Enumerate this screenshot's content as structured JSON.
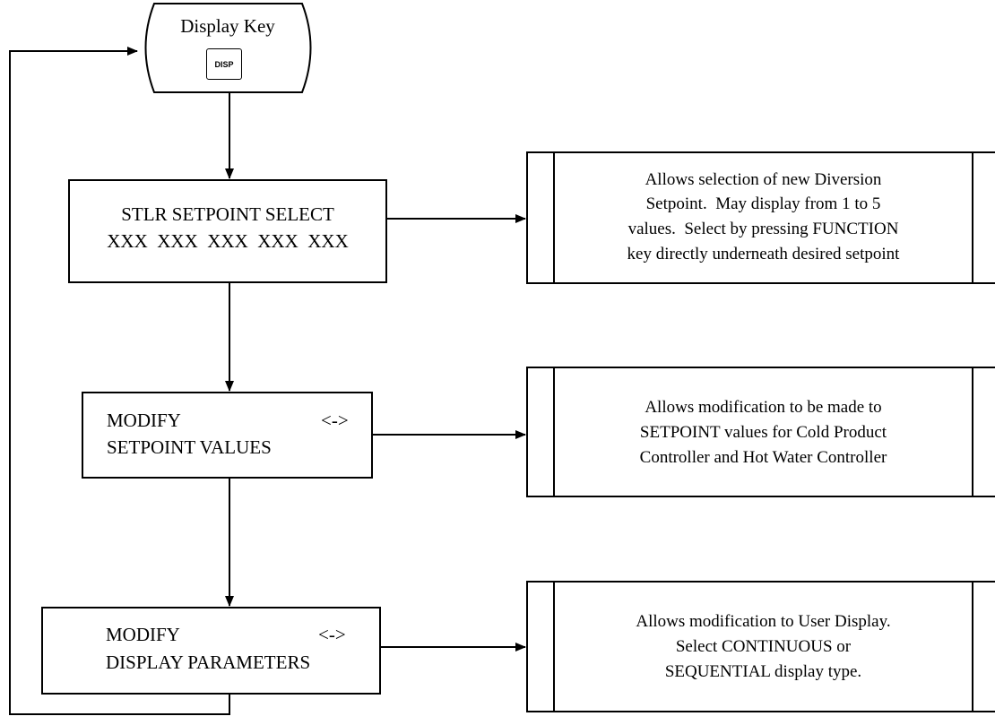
{
  "start": {
    "title": "Display Key",
    "key_label": "DISP"
  },
  "screens": [
    {
      "line1": "STLR SETPOINT SELECT",
      "line2": "XXX  XXX  XXX  XXX  XXX"
    },
    {
      "line1": "MODIFY",
      "line1_right": "<->",
      "line2": "SETPOINT VALUES"
    },
    {
      "line1": "MODIFY",
      "line1_right": "<->",
      "line2": "DISPLAY PARAMETERS"
    }
  ],
  "descriptions": [
    {
      "lines": [
        "Allows selection of new Diversion",
        "Setpoint.  May display from 1 to 5",
        "values.  Select by pressing FUNCTION",
        "key directly underneath desired setpoint"
      ]
    },
    {
      "lines": [
        "Allows modification to be made to",
        "SETPOINT values for Cold Product",
        "Controller and Hot Water Controller"
      ]
    },
    {
      "lines": [
        "Allows modification to User Display.",
        "Select CONTINUOUS or",
        "SEQUENTIAL display type."
      ]
    }
  ]
}
